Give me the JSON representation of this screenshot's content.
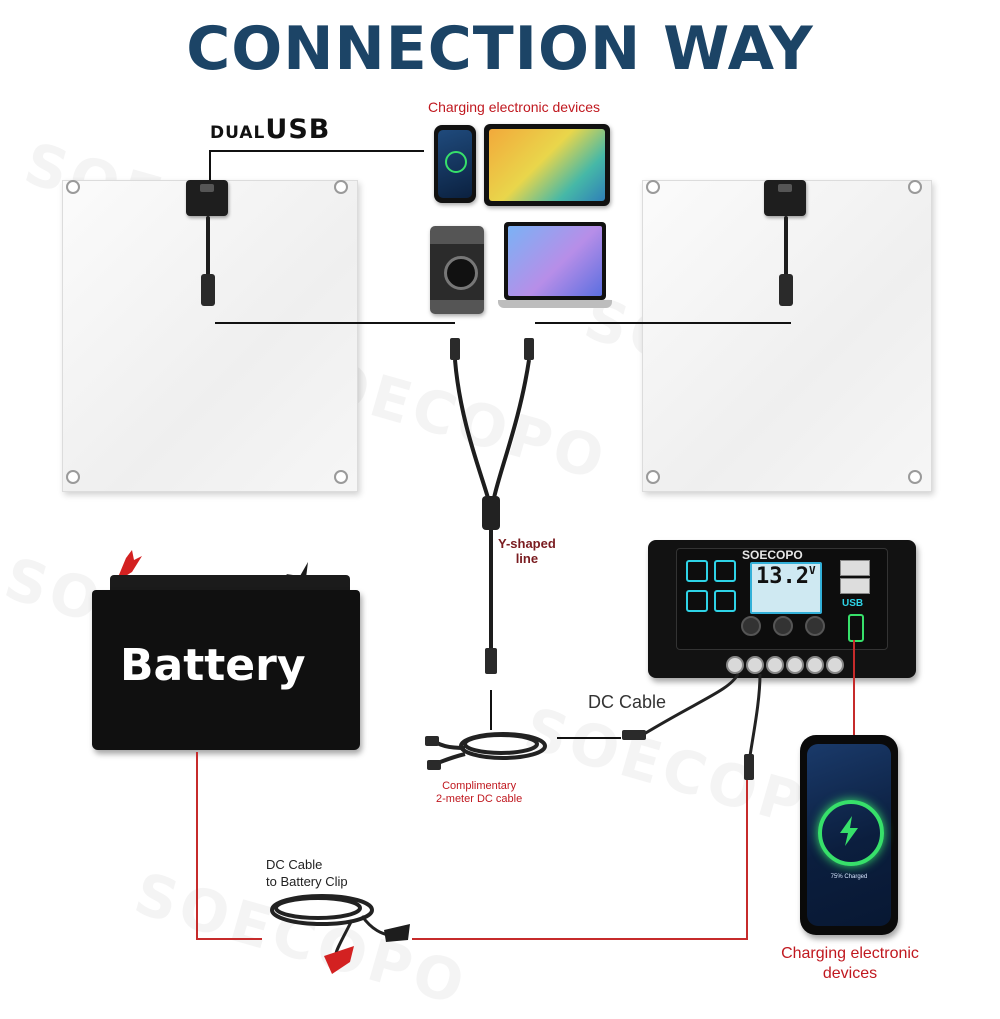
{
  "title": "CONNECTION WAY",
  "watermark": "SOECOPO",
  "dual_usb": {
    "prefix": "DUAL",
    "main": "USB"
  },
  "charging_top": "Charging electronic devices",
  "y_cable": {
    "line1": "Y-shaped",
    "line2": "line"
  },
  "dc_cable": "DC Cable",
  "complimentary": {
    "line1": "Complimentary",
    "line2": "2-meter DC cable"
  },
  "battery_clip": {
    "line1": "DC Cable",
    "line2": "to Battery Clip"
  },
  "battery_label": "Battery",
  "controller": {
    "brand": "SOECOPO",
    "lcd_value": "13.2",
    "lcd_unit": "V",
    "usb_label": "USB"
  },
  "phone_status": "75% Charged",
  "charging_bottom": {
    "line1": "Charging electronic",
    "line2": "devices"
  },
  "colors": {
    "title": "#1c4466",
    "label_red": "#c0181f",
    "wire_red": "#c62b2b",
    "wire_black": "#111111",
    "charge_green": "#37e06a"
  },
  "icons": [
    "phone-icon",
    "tablet-icon",
    "camera-icon",
    "laptop-icon",
    "charge-bolt-icon"
  ]
}
